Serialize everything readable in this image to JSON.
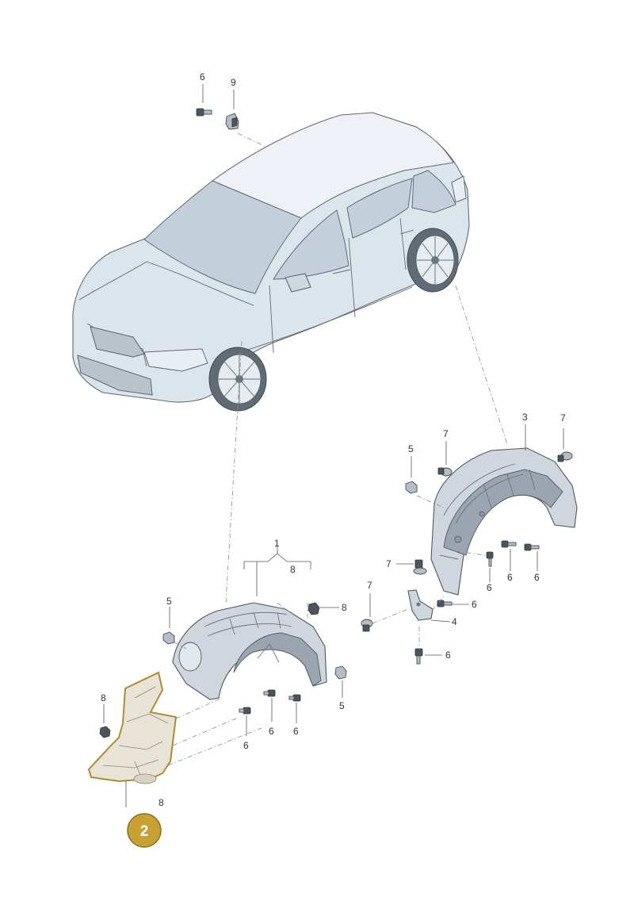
{
  "callouts": {
    "c6_top": "6",
    "c9_top": "9",
    "c3": "3",
    "c7_rear_right": "7",
    "c7_rear_mid": "7",
    "c5_rear": "5",
    "c1": "1",
    "c8_group": "8",
    "c7_bracket": "7",
    "c7_left": "7",
    "c6_bracket": "6",
    "c4": "4",
    "c6_rear_a": "6",
    "c6_rear_b": "6",
    "c6_rear_c": "6",
    "c6_bottom_bolt": "6",
    "c5_front": "5",
    "c8_front": "8",
    "c5_front_low": "5",
    "c8_left": "8",
    "c6_front_a": "6",
    "c6_front_b": "6",
    "c6_front_c": "6",
    "c8_bottom": "8",
    "badge": "2"
  },
  "colors": {
    "badge_fill": "#c9a133",
    "badge_stroke": "#8e6f1c",
    "badge_text": "#ffffff",
    "highlight_outline": "#b08a2e"
  }
}
